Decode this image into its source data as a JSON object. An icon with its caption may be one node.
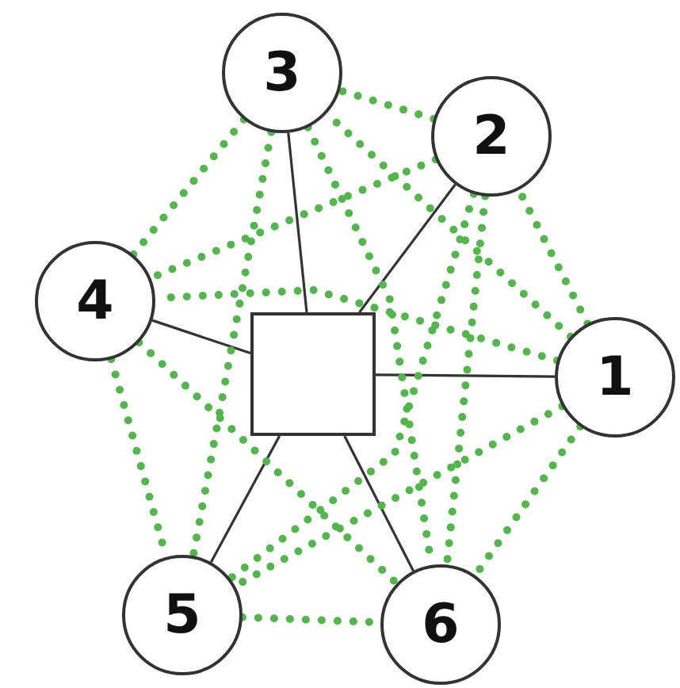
{
  "diagram": {
    "nodes": [
      {
        "text": [
          "1"
        ]
      },
      {
        "text": [
          "2"
        ]
      },
      {
        "text": [
          "3"
        ]
      },
      {
        "text": [
          "4"
        ]
      },
      {
        "text": [
          "5"
        ]
      },
      {
        "text": [
          "6"
        ]
      },
      {
        "text": [],
        "shape": "box"
      }
    ],
    "edges": [
      {
        "from": 6,
        "to": 0,
        "arrow": "none",
        "color": "#333333"
      },
      {
        "from": 6,
        "to": 1,
        "arrow": "none",
        "color": "#333333"
      },
      {
        "from": 6,
        "to": 2,
        "arrow": "none",
        "color": "#333333"
      },
      {
        "from": 6,
        "to": 3,
        "arrow": "none",
        "color": "#333333"
      },
      {
        "from": 6,
        "to": 4,
        "arrow": "none",
        "color": "#333333"
      },
      {
        "from": 6,
        "to": 5,
        "arrow": "none",
        "color": "#333333"
      },
      {
        "from": 0,
        "to": 1,
        "arrow": "none",
        "style": "dashed",
        "color": "#4fb848"
      },
      {
        "from": 0,
        "to": 2,
        "arrow": "none",
        "style": "dashed",
        "color": "#4fb848"
      },
      {
        "from": 0,
        "to": 3,
        "arrow": "none",
        "style": "dashed",
        "color": "#4fb848"
      },
      {
        "from": 0,
        "to": 4,
        "arrow": "none",
        "style": "dashed",
        "color": "#4fb848"
      },
      {
        "from": 0,
        "to": 5,
        "arrow": "none",
        "style": "dashed",
        "color": "#4fb848"
      },
      {
        "from": 1,
        "to": 2,
        "arrow": "none",
        "style": "dashed",
        "color": "#4fb848"
      },
      {
        "from": 1,
        "to": 3,
        "arrow": "none",
        "style": "dashed",
        "color": "#4fb848"
      },
      {
        "from": 1,
        "to": 4,
        "arrow": "none",
        "style": "dashed",
        "color": "#4fb848"
      },
      {
        "from": 1,
        "to": 5,
        "arrow": "none",
        "style": "dashed",
        "color": "#4fb848"
      },
      {
        "from": 2,
        "to": 3,
        "arrow": "none",
        "style": "dashed",
        "color": "#4fb848"
      },
      {
        "from": 2,
        "to": 4,
        "arrow": "none",
        "style": "dashed",
        "color": "#4fb848"
      },
      {
        "from": 2,
        "to": 5,
        "arrow": "none",
        "style": "dashed",
        "color": "#4fb848"
      },
      {
        "from": 3,
        "to": 4,
        "arrow": "none",
        "style": "dashed",
        "color": "#4fb848"
      },
      {
        "from": 3,
        "to": 5,
        "arrow": "none",
        "style": "dashed",
        "color": "#4fb848"
      },
      {
        "from": 4,
        "to": 5,
        "arrow": "none",
        "style": "dashed",
        "color": "#4fb848"
      }
    ]
  }
}
